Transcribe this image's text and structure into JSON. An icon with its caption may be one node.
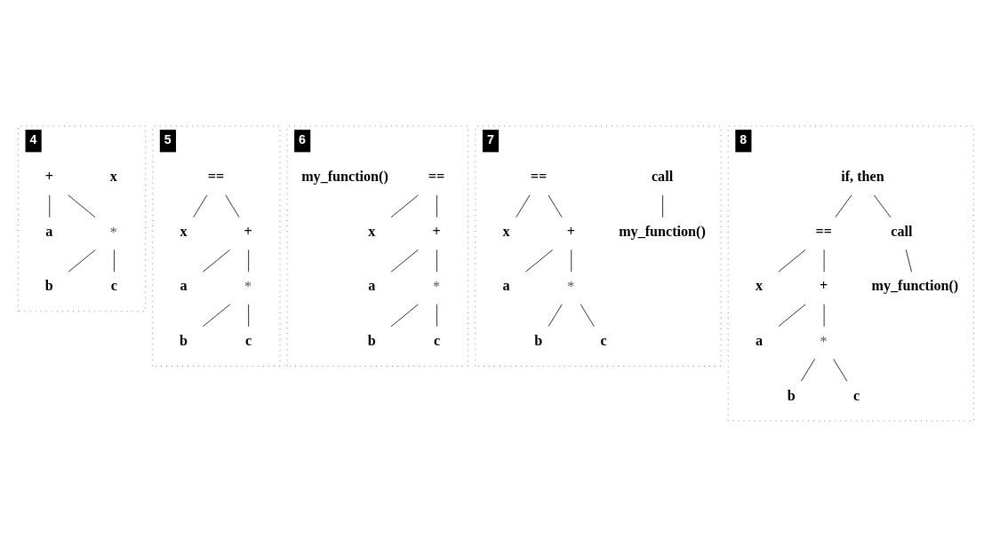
{
  "diagram": {
    "nodes": [
      {
        "text": [
          "4"
        ]
      },
      {
        "text": [
          "x"
        ],
        "in": 0
      },
      {
        "text": [
          "+"
        ],
        "in": 0
      },
      {
        "text": [
          "a"
        ],
        "in": 0
      },
      {
        "text": [
          "*"
        ],
        "in": 0
      },
      {
        "text": [
          "b"
        ],
        "in": 0
      },
      {
        "text": [
          "c"
        ],
        "in": 0
      },
      {
        "text": [
          "5"
        ]
      },
      {
        "text": [
          "=="
        ],
        "in": 7
      },
      {
        "text": [
          "x"
        ],
        "in": 7
      },
      {
        "text": [
          "+"
        ],
        "in": 7
      },
      {
        "text": [
          "a"
        ],
        "in": 7
      },
      {
        "text": [
          "*"
        ],
        "in": 7
      },
      {
        "text": [
          "b"
        ],
        "in": 7
      },
      {
        "text": [
          "c"
        ],
        "in": 7
      },
      {
        "text": [
          "6"
        ]
      },
      {
        "text": [
          "=="
        ],
        "in": 15
      },
      {
        "text": [
          "x"
        ],
        "in": 15
      },
      {
        "text": [
          "+"
        ],
        "in": 15
      },
      {
        "text": [
          "my_function()"
        ],
        "in": 15
      },
      {
        "text": [
          "a"
        ],
        "in": 15
      },
      {
        "text": [
          "*"
        ],
        "in": 15
      },
      {
        "text": [
          "b"
        ],
        "in": 15
      },
      {
        "text": [
          "c"
        ],
        "in": 15
      },
      {
        "text": [
          "7"
        ]
      },
      {
        "text": [
          "call"
        ],
        "in": 24
      },
      {
        "text": [
          "=="
        ],
        "in": 24
      },
      {
        "text": [
          "my_function()"
        ],
        "in": 24
      },
      {
        "text": [
          "x"
        ],
        "in": 24
      },
      {
        "text": [
          "+"
        ],
        "in": 24
      },
      {
        "text": [
          "a"
        ],
        "in": 24
      },
      {
        "text": [
          "*"
        ],
        "in": 24
      },
      {
        "text": [
          "b"
        ],
        "in": 24
      },
      {
        "text": [
          "c"
        ],
        "in": 24
      },
      {
        "text": [
          "8"
        ]
      },
      {
        "text": [
          "if, then"
        ],
        "in": 34
      },
      {
        "text": [
          "=="
        ],
        "in": 34
      },
      {
        "text": [
          "call"
        ],
        "in": 34
      },
      {
        "text": [
          "x"
        ],
        "in": 34
      },
      {
        "text": [
          "my_function()"
        ],
        "in": 34
      },
      {
        "text": [
          "+"
        ],
        "in": 34
      },
      {
        "text": [
          "a"
        ],
        "in": 34
      },
      {
        "text": [
          "*"
        ],
        "in": 34
      },
      {
        "text": [
          "b"
        ],
        "in": 34
      },
      {
        "text": [
          "c"
        ],
        "in": 34
      }
    ],
    "edges": [
      {
        "from": 2,
        "to": 3,
        "arrow": "none"
      },
      {
        "from": 2,
        "to": 4,
        "arrow": "none"
      },
      {
        "from": 4,
        "to": 5,
        "arrow": "none"
      },
      {
        "from": 4,
        "to": 6,
        "arrow": "none"
      },
      {
        "from": 8,
        "to": 9,
        "arrow": "none"
      },
      {
        "from": 8,
        "to": 10,
        "arrow": "none"
      },
      {
        "from": 10,
        "to": 11,
        "arrow": "none"
      },
      {
        "from": 10,
        "to": 12,
        "arrow": "none"
      },
      {
        "from": 12,
        "to": 13,
        "arrow": "none"
      },
      {
        "from": 12,
        "to": 14,
        "arrow": "none"
      },
      {
        "from": 16,
        "to": 17,
        "arrow": "none"
      },
      {
        "from": 16,
        "to": 18,
        "arrow": "none"
      },
      {
        "from": 18,
        "to": 20,
        "arrow": "none"
      },
      {
        "from": 18,
        "to": 21,
        "arrow": "none"
      },
      {
        "from": 21,
        "to": 22,
        "arrow": "none"
      },
      {
        "from": 21,
        "to": 23,
        "arrow": "none"
      },
      {
        "from": 26,
        "to": 28,
        "arrow": "none"
      },
      {
        "from": 26,
        "to": 29,
        "arrow": "none"
      },
      {
        "from": 29,
        "to": 30,
        "arrow": "none"
      },
      {
        "from": 29,
        "to": 31,
        "arrow": "none"
      },
      {
        "from": 31,
        "to": 32,
        "arrow": "none"
      },
      {
        "from": 31,
        "to": 33,
        "arrow": "none"
      },
      {
        "from": 25,
        "to": 27,
        "arrow": "none"
      },
      {
        "from": 35,
        "to": 36,
        "arrow": "none"
      },
      {
        "from": 35,
        "to": 37,
        "arrow": "none"
      },
      {
        "from": 36,
        "to": 38,
        "arrow": "none"
      },
      {
        "from": 36,
        "to": 40,
        "arrow": "none"
      },
      {
        "from": 40,
        "to": 41,
        "arrow": "none"
      },
      {
        "from": 40,
        "to": 42,
        "arrow": "none"
      },
      {
        "from": 42,
        "to": 43,
        "arrow": "none"
      },
      {
        "from": 42,
        "to": 44,
        "arrow": "none"
      },
      {
        "from": 37,
        "to": 39,
        "arrow": "none"
      }
    ]
  }
}
